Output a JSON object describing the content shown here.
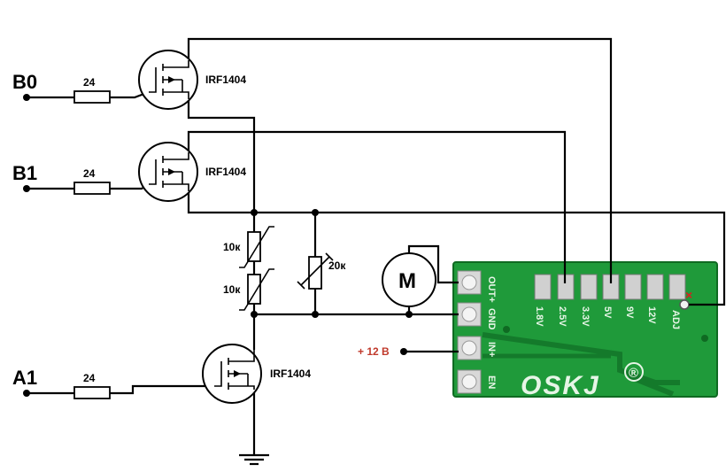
{
  "inputs": [
    {
      "label": "B0"
    },
    {
      "label": "B1"
    },
    {
      "label": "A1"
    }
  ],
  "resistors": {
    "gate_value": "24",
    "thermistor_value": "10к",
    "trimmer_value": "20к"
  },
  "mosfets": {
    "part": "IRF1404"
  },
  "motor": {
    "label": "M"
  },
  "supply": {
    "label": "+ 12 В",
    "color": "#c0392b"
  },
  "module": {
    "brand": "OSKJ",
    "registered": "®",
    "pins_left": [
      "OUT+",
      "GND",
      "IN+",
      "EN"
    ],
    "voltage_pads": [
      "1.8V",
      "2.5V",
      "3.3V",
      "5V",
      "9V",
      "12V",
      "ADJ"
    ],
    "board_color": "#1f9a3a",
    "marker_color": "#d62020"
  }
}
